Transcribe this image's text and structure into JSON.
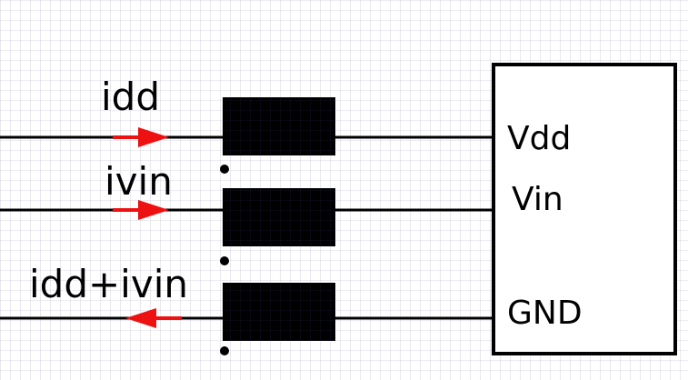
{
  "currents": {
    "idd": "idd",
    "ivin": "ivin",
    "return": "idd+ivin"
  },
  "pins": {
    "vdd": "Vdd",
    "vin": "Vin",
    "gnd": "GND"
  },
  "colors": {
    "background": "#ffffff",
    "grid": "#b4b4cc",
    "wire": "#000000",
    "arrow": "#ee1111",
    "component": "#000000"
  }
}
